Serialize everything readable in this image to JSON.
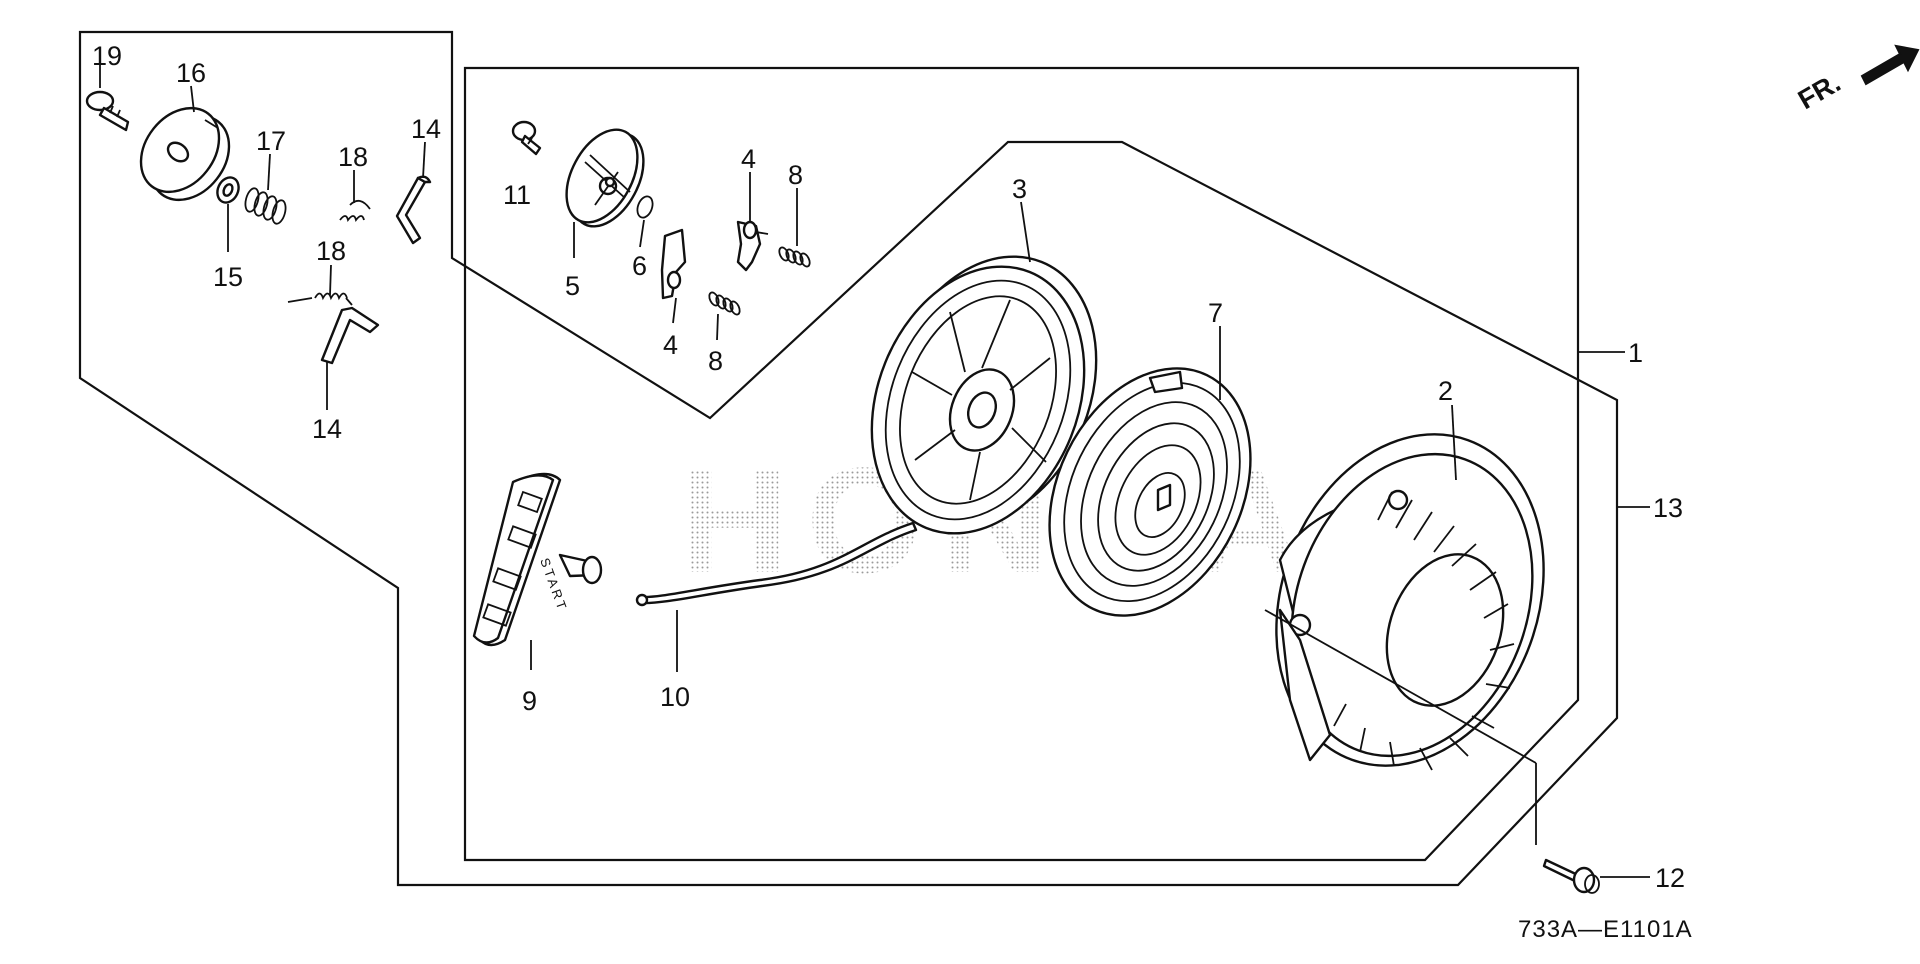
{
  "diagram": {
    "callouts": [
      "1",
      "2",
      "3",
      "4",
      "4",
      "5",
      "6",
      "7",
      "8",
      "8",
      "9",
      "10",
      "11",
      "12",
      "13",
      "14",
      "14",
      "15",
      "16",
      "17",
      "18",
      "18",
      "19"
    ],
    "direction_label": "FR.",
    "handle_text": "START",
    "watermark": "HONDA",
    "diagram_code": "733A—E1101A"
  }
}
